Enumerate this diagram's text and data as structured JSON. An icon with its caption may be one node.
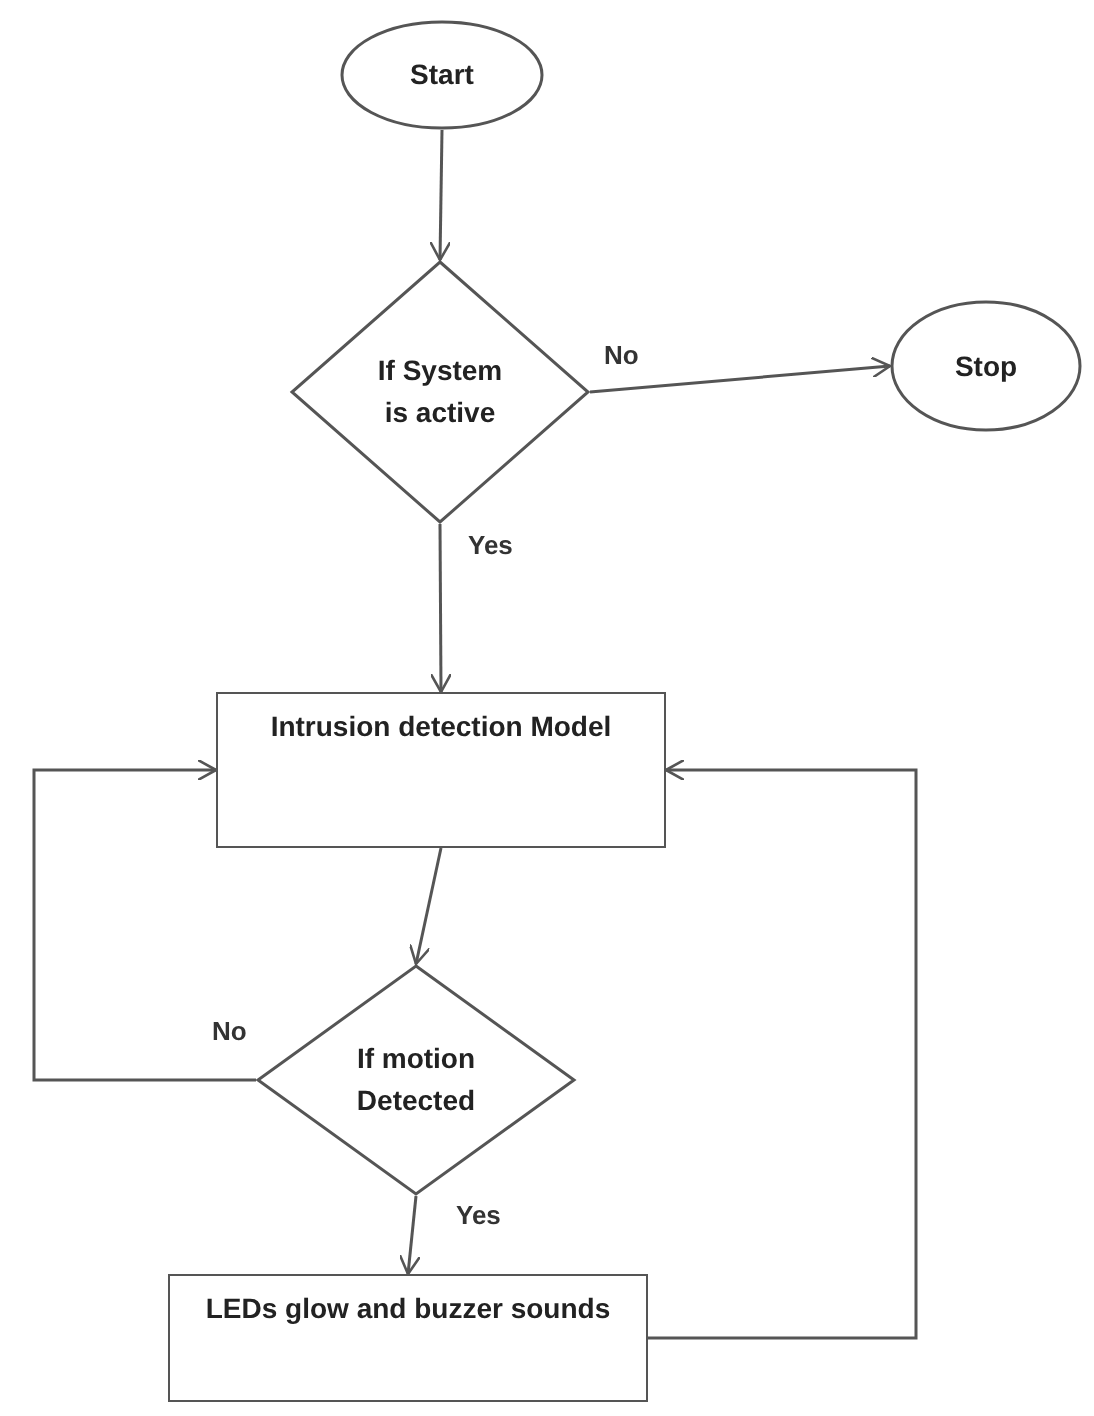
{
  "diagram": {
    "nodes": [
      {
        "text": [
          "Start"
        ]
      },
      {
        "text": [
          "If System is active"
        ]
      },
      {
        "text": [
          "Stop"
        ]
      },
      {
        "text": [
          "Intrusion detection Model"
        ]
      },
      {
        "text": [
          "If motion Detected"
        ]
      },
      {
        "text": [
          "LEDs glow and buzzer sounds"
        ]
      }
    ],
    "edges": [
      {
        "from": 0,
        "to": 1,
        "arrow": "to"
      },
      {
        "from": 1,
        "to": 2,
        "arrow": "to",
        "label": "No"
      },
      {
        "from": 1,
        "to": 3,
        "arrow": "to",
        "label": "Yes"
      },
      {
        "from": 3,
        "to": 4,
        "arrow": "to"
      },
      {
        "from": 4,
        "to": 3,
        "arrow": "to",
        "label": "No"
      },
      {
        "from": 4,
        "to": 5,
        "arrow": "to",
        "label": "Yes"
      },
      {
        "from": 5,
        "to": 3,
        "arrow": "to"
      }
    ]
  }
}
